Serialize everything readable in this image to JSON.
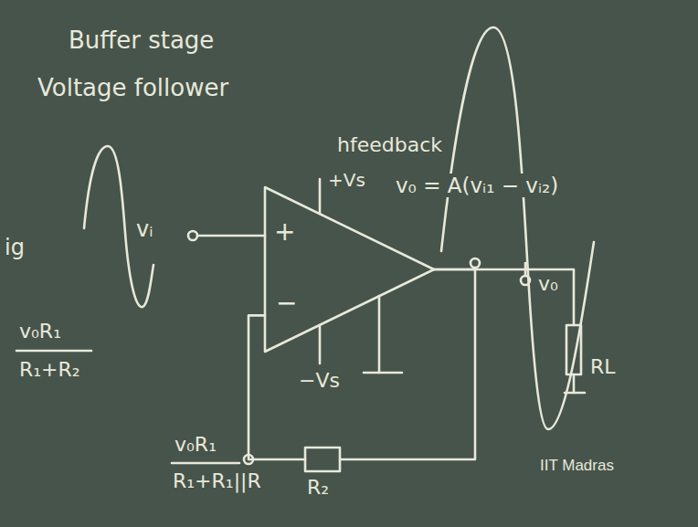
{
  "diagram": {
    "nodes": [
      {
        "text": [
          "+",
          "−"
        ]
      },
      {
        "text": [
          "RL"
        ]
      },
      {
        "text": [
          "R₂"
        ]
      }
    ],
    "edges": [
      {
        "from": 0,
        "to": 1,
        "arrow": "none"
      },
      {
        "from": 0,
        "to": 2,
        "arrow": "none"
      },
      {
        "from": 2,
        "to": 0,
        "arrow": "none"
      }
    ],
    "labels": [
      "Buffer stage",
      "Voltage follower",
      "hfeedback",
      "+Vs",
      "v₀ = A(vᵢ₁ − vᵢ₂)",
      "vᵢ",
      "−Vs",
      "v₀",
      "v₀R₁",
      "R₁+R₂",
      "v₀R₁",
      "R₁+R₁||R",
      "ig",
      "IIT Madras"
    ]
  }
}
